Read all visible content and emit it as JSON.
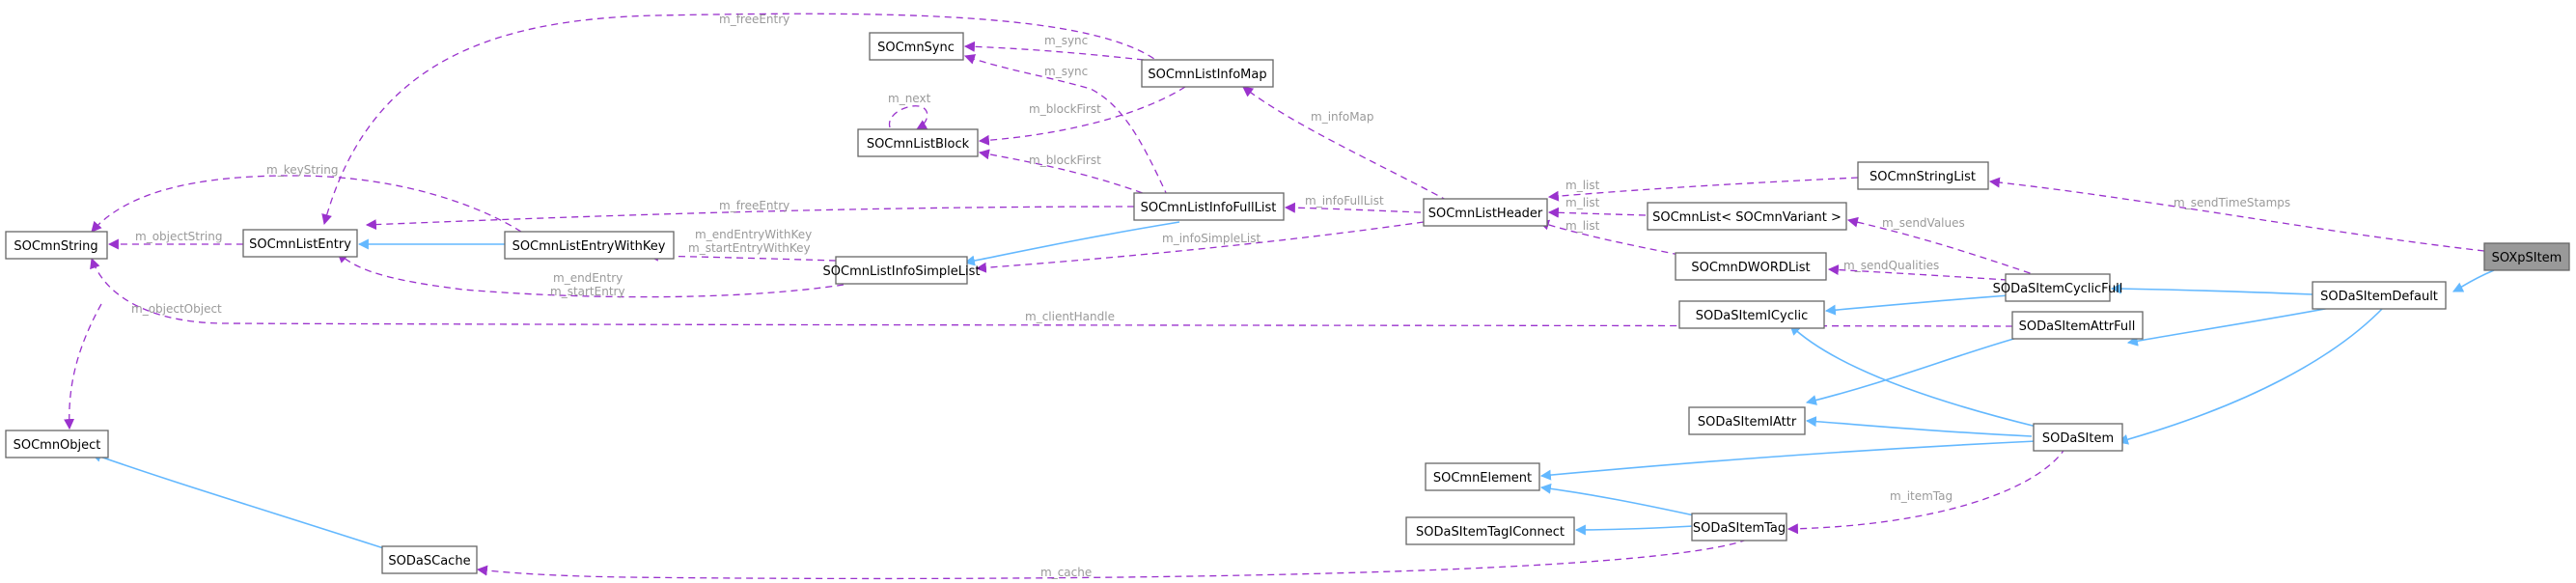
{
  "colors": {
    "inheritance_edge": "#63b8ff",
    "usage_edge": "#9a32cd",
    "edge_label": "#9a9a9a",
    "node_border": "#666666",
    "highlight_fill": "#999999"
  },
  "nodes": {
    "SOXpSItem": "SOXpSItem",
    "SODaSItemDefault": "SODaSItemDefault",
    "SODaSItemCyclicFull": "SODaSItemCyclicFull",
    "SODaSItemAttrFull": "SODaSItemAttrFull",
    "SODaSItem": "SODaSItem",
    "SODaSItemICyclic": "SODaSItemICyclic",
    "SODaSItemIAttr": "SODaSItemIAttr",
    "SOCmnElement": "SOCmnElement",
    "SODaSItemTag": "SODaSItemTag",
    "SODaSItemTagIConnect": "SODaSItemTagIConnect",
    "SOCmnObject": "SOCmnObject",
    "SODaSCache": "SODaSCache",
    "SOCmnString": "SOCmnString",
    "SOCmnListEntry": "SOCmnListEntry",
    "SOCmnListEntryWithKey": "SOCmnListEntryWithKey",
    "SOCmnListInfoSimpleList": "SOCmnListInfoSimpleList",
    "SOCmnListInfoFullList": "SOCmnListInfoFullList",
    "SOCmnListHeader": "SOCmnListHeader",
    "SOCmnListInfoMap": "SOCmnListInfoMap",
    "SOCmnSync": "SOCmnSync",
    "SOCmnListBlock": "SOCmnListBlock",
    "SOCmnStringList": "SOCmnStringList",
    "SOCmnListVariant": "SOCmnList< SOCmnVariant >",
    "SOCmnDWORDList": "SOCmnDWORDList"
  },
  "edge_labels": {
    "m_freeEntry_map": "m_freeEntry",
    "m_sync_map": "m_sync",
    "m_next": "m_next",
    "m_sync_full": "m_sync",
    "m_blockFirst_map": "m_blockFirst",
    "m_infoMap": "m_infoMap",
    "m_keyString": "m_keyString",
    "m_blockFirst_full": "m_blockFirst",
    "m_list_stringlist": "m_list",
    "m_sendTimeStamps": "m_sendTimeStamps",
    "m_freeEntry_full": "m_freeEntry",
    "m_infoFullList": "m_infoFullList",
    "m_list_variant": "m_list",
    "m_objectString": "m_objectString",
    "m_list_dword": "m_list",
    "m_sendValues": "m_sendValues",
    "m_endEntryWithKey": "m_endEntryWithKey",
    "m_startEntryWithKey": "m_startEntryWithKey",
    "m_infoSimpleList": "m_infoSimpleList",
    "m_sendQualities": "m_sendQualities",
    "m_endEntry": "m_endEntry",
    "m_startEntry": "m_startEntry",
    "m_objectObject": "m_objectObject",
    "m_clientHandle": "m_clientHandle",
    "m_itemTag": "m_itemTag",
    "m_cache": "m_cache"
  }
}
